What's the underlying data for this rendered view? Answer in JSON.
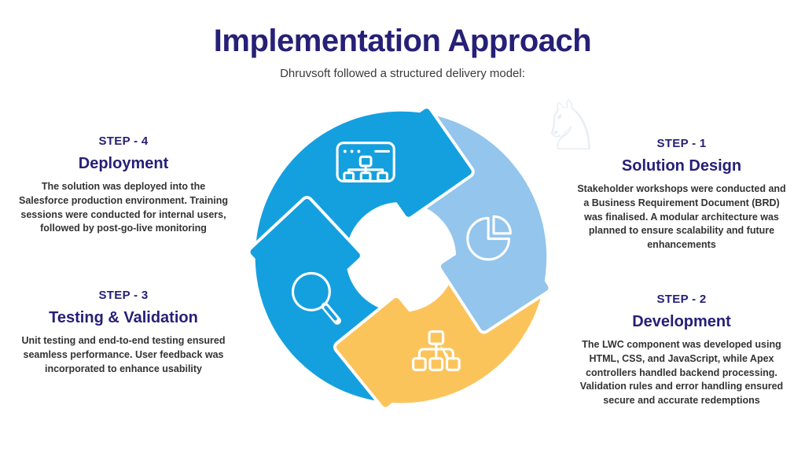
{
  "palette": {
    "bright_blue": "#14A0DF",
    "light_blue": "#93C5ED",
    "yellow": "#FBC45B",
    "heading_navy": "#262077",
    "body_text": "#333333",
    "watermark_gray": "#E7EDF1"
  },
  "header": {
    "title": "Implementation Approach",
    "subtitle": "Dhruvsoft followed a structured delivery model:"
  },
  "steps": [
    {
      "label": "STEP - 1",
      "title": "Solution Design",
      "description": "Stakeholder workshops were conducted and a Business Requirement Document (BRD) was finalised. A modular architecture was planned to ensure scalability and future enhancements",
      "position": "right-top",
      "icon": "pie-chart-icon",
      "segment_color": "#93C5ED"
    },
    {
      "label": "STEP - 2",
      "title": "Development",
      "description": "The LWC component was developed using HTML, CSS, and JavaScript, while Apex controllers handled backend processing. Validation rules and error handling ensured secure and accurate redemptions",
      "position": "right-bottom",
      "icon": "org-chart-icon",
      "segment_color": "#FBC45B"
    },
    {
      "label": "STEP - 3",
      "title": "Testing & Validation",
      "description": "Unit testing and end-to-end testing ensured seamless performance. User feedback was incorporated to enhance usability",
      "position": "left-bottom",
      "icon": "magnifier-icon",
      "segment_color": "#14A0DF"
    },
    {
      "label": "STEP - 4",
      "title": "Deployment",
      "description": "The solution was deployed into the Salesforce production environment. Training sessions were conducted for internal users, followed by post-go-live monitoring",
      "position": "left-top",
      "icon": "browser-sitemap-icon",
      "segment_color": "#14A0DF"
    }
  ],
  "watermark": {
    "icon": "chess-knight-icon",
    "glyph": "♘"
  }
}
